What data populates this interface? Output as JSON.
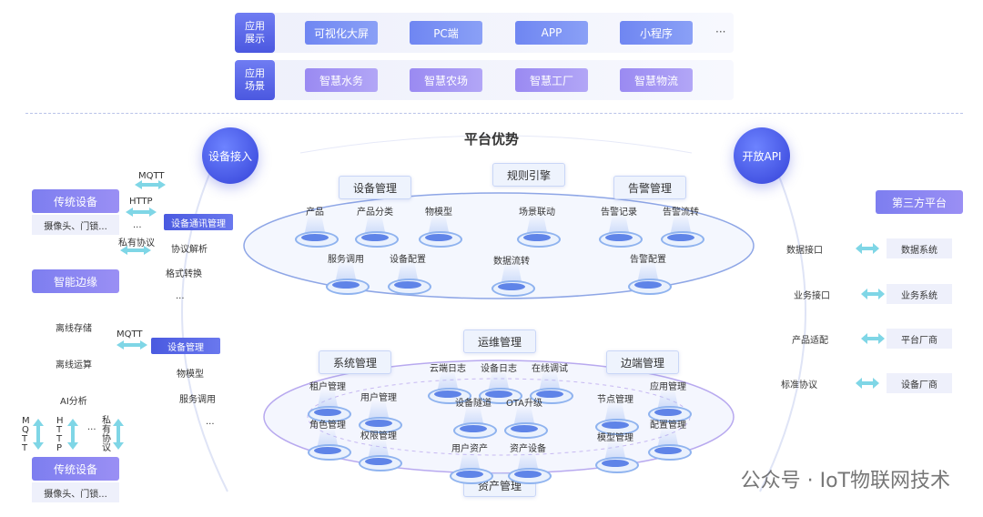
{
  "app_display": {
    "head": "应用\n展示",
    "items": [
      "可视化大屏",
      "PC端",
      "APP",
      "小程序"
    ],
    "more": "···"
  },
  "app_scenarios": {
    "head": "应用\n场景",
    "items": [
      "智慧水务",
      "智慧农场",
      "智慧工厂",
      "智慧物流"
    ]
  },
  "device_access": "设备接入",
  "open_api": "开放API",
  "platform_title": "平台优势",
  "upper_ellipse": {
    "device_mgmt": "设备管理",
    "rule_engine": "规则引擎",
    "alarm_mgmt": "告警管理",
    "nodes": [
      "产品",
      "产品分类",
      "物模型",
      "场景联动",
      "告警记录",
      "告警流转",
      "服务调用",
      "设备配置",
      "数据流转",
      "告警配置"
    ]
  },
  "lower_ellipse": {
    "ops_mgmt": "运维管理",
    "sys_mgmt": "系统管理",
    "edge_mgmt": "边端管理",
    "asset_mgmt": "资产管理",
    "nodes": [
      "租户管理",
      "用户管理",
      "角色管理",
      "权限管理",
      "云端日志",
      "设备日志",
      "在线调试",
      "设备隧道",
      "OTA升级",
      "节点管理",
      "应用管理",
      "配置管理",
      "模型管理",
      "用户资产",
      "资产设备"
    ]
  },
  "left": {
    "traditional_device_1": "传统设备",
    "traditional_device_1_sub": "摄像头、门锁...",
    "protocols_1": [
      "MQTT",
      "HTTP",
      "...",
      "私有协议"
    ],
    "smart_edge": "智能边缘",
    "edge_items": [
      "离线存储",
      "离线运算",
      "AI分析"
    ],
    "protocols_2": "MQTT",
    "bottom_protocols": [
      "MQTT",
      "HTTP",
      "...",
      "私有协议"
    ],
    "traditional_device_2": "传统设备",
    "traditional_device_2_sub": "摄像头、门锁..."
  },
  "access_block": {
    "head1": "设备通讯管理",
    "items1": [
      "协议解析",
      "格式转换",
      "..."
    ],
    "head2": "设备管理",
    "items2": [
      "物模型",
      "服务调用",
      "..."
    ]
  },
  "right": {
    "interfaces": [
      "数据接口",
      "业务接口",
      "产品适配",
      "标准协议"
    ],
    "third_party": "第三方平台",
    "targets": [
      "数据系统",
      "业务系统",
      "平台厂商",
      "设备厂商"
    ]
  },
  "watermark": "公众号 · IoT物联网技术"
}
